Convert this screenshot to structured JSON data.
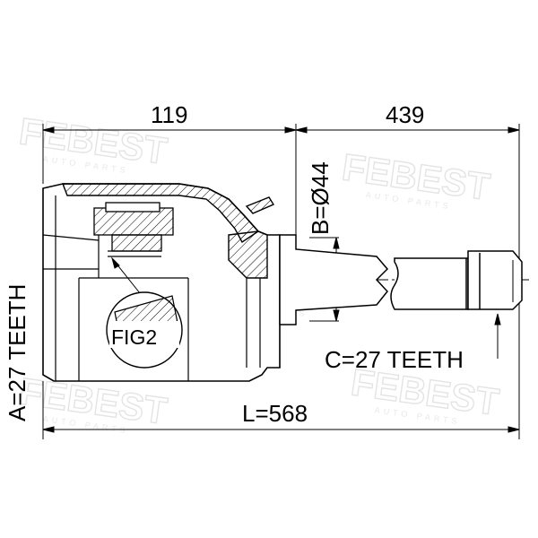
{
  "dimensions": {
    "top_left": "119",
    "top_right": "439",
    "diameter_b": "B=Ø44",
    "teeth_a": "A=27 TEETH",
    "teeth_c": "C=27 TEETH",
    "length_l": "L=568"
  },
  "callout": {
    "label": "FIG2"
  },
  "watermark": {
    "brand": "FEBEST",
    "sub": "AUTO PARTS"
  },
  "colors": {
    "line": "#000000",
    "watermark": "#e4e4e4",
    "background": "#ffffff"
  }
}
